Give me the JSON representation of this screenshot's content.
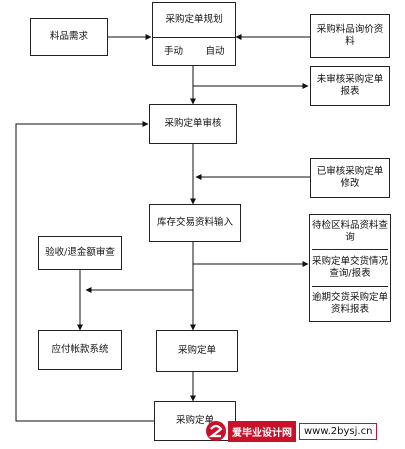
{
  "nodes": {
    "material_demand": "料品需求",
    "po_planning": "采购定单规划",
    "manual": "手动",
    "auto": "自动",
    "price_inquiry": "采购料品询价资料",
    "unreviewed_report": "未审核采购定单报表",
    "po_review": "采购定单审核",
    "reviewed_modify": "已审核采购定单修改",
    "inventory_input": "库存交易资料输入",
    "inspection_query": "待检区料品资料查询",
    "delivery_report": "采购定单交货情况查询/报表",
    "overdue_report": "逾期交货采购定单资料报表",
    "acceptance_refund": "验收/退金额审查",
    "ap_system": "应付帐款系统",
    "po_1": "采购定单",
    "po_2": "采购定单"
  },
  "watermark": {
    "brand": "爱毕业设计网",
    "url": "www.2bysj.cn"
  }
}
